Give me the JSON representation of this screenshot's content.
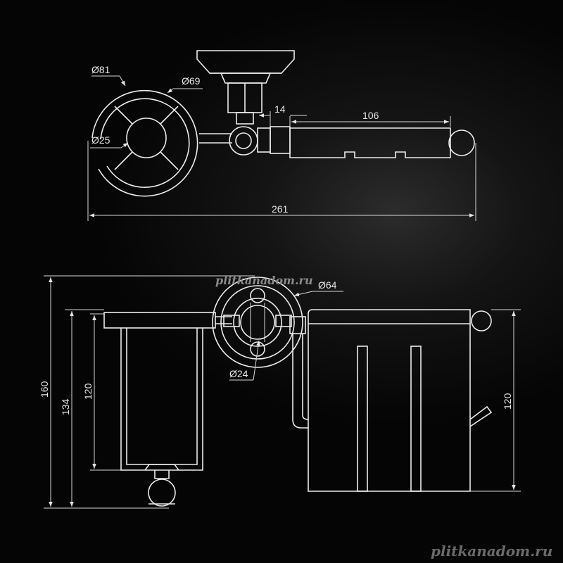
{
  "dimensions": {
    "top_view": {
      "d81": "Ø81",
      "d69": "Ø69",
      "d25": "Ø25",
      "w14": "14",
      "w106": "106",
      "w261": "261"
    },
    "front_view": {
      "d64": "Ø64",
      "d24": "Ø24",
      "h160": "160",
      "h134": "134",
      "h120_left": "120",
      "h120_right": "120"
    }
  },
  "watermarks": {
    "center": "plitkanadom.ru",
    "corner": "plitkanadom.ru"
  }
}
